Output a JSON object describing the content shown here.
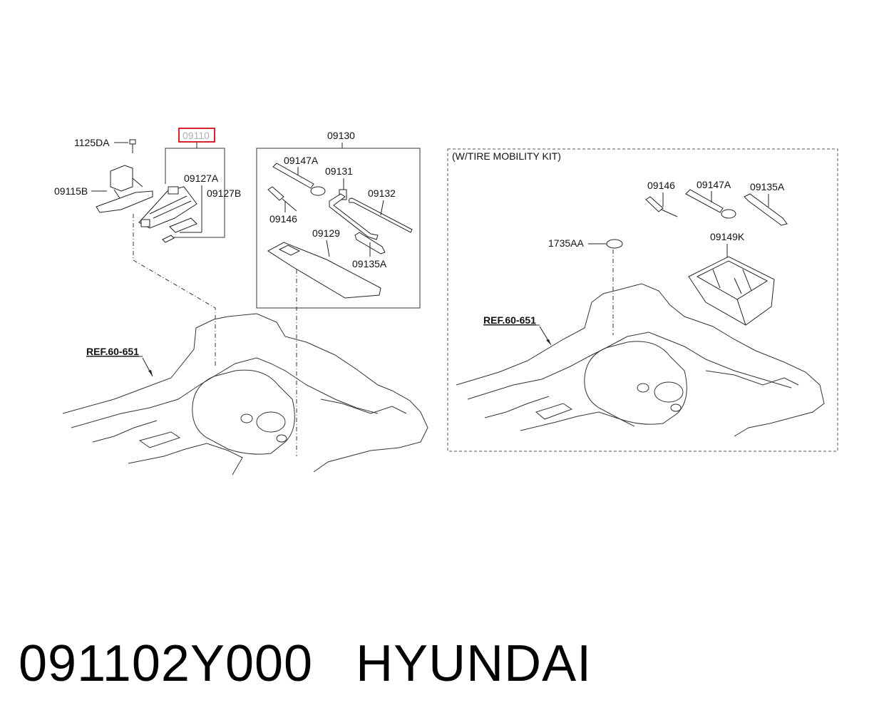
{
  "labels": {
    "p1125DA": "1125DA",
    "p09115B": "09115B",
    "p09110": "09110",
    "p09127A": "09127A",
    "p09127B": "09127B",
    "p09130": "09130",
    "p09147A_left": "09147A",
    "p09131": "09131",
    "p09132": "09132",
    "p09146_left": "09146",
    "p09129": "09129",
    "p09135A_left": "09135A",
    "ref_left": "REF.60-651",
    "kit_title": "(W/TIRE MOBILITY KIT)",
    "p09146_right": "09146",
    "p09147A_right": "09147A",
    "p09135A_right": "09135A",
    "p1735AA": "1735AA",
    "p09149K": "09149K",
    "ref_right": "REF.60-651"
  },
  "highlight_color": "#d9232e",
  "footer": {
    "part_number": "091102Y000",
    "brand": "HYUNDAI"
  }
}
